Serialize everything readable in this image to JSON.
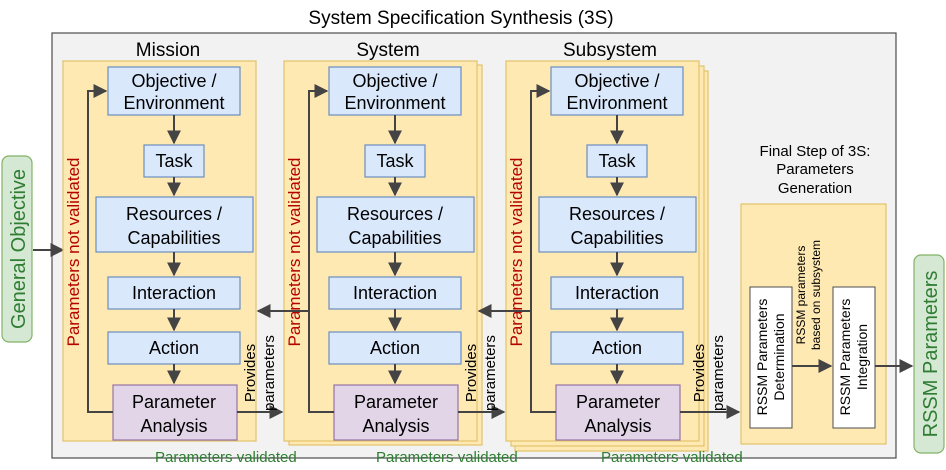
{
  "title": "System Specification Synthesis (3S)",
  "input_label": "General Objective",
  "output_label": "RSSM Parameters",
  "columns": [
    {
      "heading": "Mission",
      "feedback_label": "Parameters not validated",
      "steps": {
        "objective_line1": "Objective /",
        "objective_line2": "Environment",
        "task": "Task",
        "resources_line1": "Resources /",
        "resources_line2": "Capabilities",
        "interaction": "Interaction",
        "action": "Action",
        "analysis_line1": "Parameter",
        "analysis_line2": "Analysis"
      },
      "validated_label": "Parameters validated"
    },
    {
      "heading": "System",
      "feedback_label": "Parameters not validated",
      "steps": {
        "objective_line1": "Objective /",
        "objective_line2": "Environment",
        "task": "Task",
        "resources_line1": "Resources /",
        "resources_line2": "Capabilities",
        "interaction": "Interaction",
        "action": "Action",
        "analysis_line1": "Parameter",
        "analysis_line2": "Analysis"
      },
      "validated_label": "Parameters validated"
    },
    {
      "heading": "Subsystem",
      "feedback_label": "Parameters not validated",
      "steps": {
        "objective_line1": "Objective /",
        "objective_line2": "Environment",
        "task": "Task",
        "resources_line1": "Resources /",
        "resources_line2": "Capabilities",
        "interaction": "Interaction",
        "action": "Action",
        "analysis_line1": "Parameter",
        "analysis_line2": "Analysis"
      },
      "validated_label": "Parameters validated"
    }
  ],
  "provides_parameters": {
    "line1": "Provides",
    "line2": "parameters"
  },
  "final_step": {
    "title_line1": "Final Step of 3S:",
    "title_line2": "Parameters",
    "title_line3": "Generation",
    "determination_line1": "RSSM Parameters",
    "determination_line2": "Determination",
    "connector_line1": "RSSM parameters",
    "connector_line2": "based on subsystem",
    "integration_line1": "RSSM Parameters",
    "integration_line2": "Integration"
  },
  "colors": {
    "outer_fill": "#f2f2f2",
    "panel_fill": "#ffe9b3",
    "panel_border": "#e3c26b",
    "step_fill": "#dae8fc",
    "step_border": "#6c8ebf",
    "analysis_fill": "#e1d5e7",
    "analysis_border": "#9673a6",
    "io_fill": "#d5e8d4",
    "io_border": "#82b366",
    "io_text": "#2e7d32",
    "not_validated": "#b30000",
    "validated": "#2e7d32",
    "arrow": "#444444"
  }
}
